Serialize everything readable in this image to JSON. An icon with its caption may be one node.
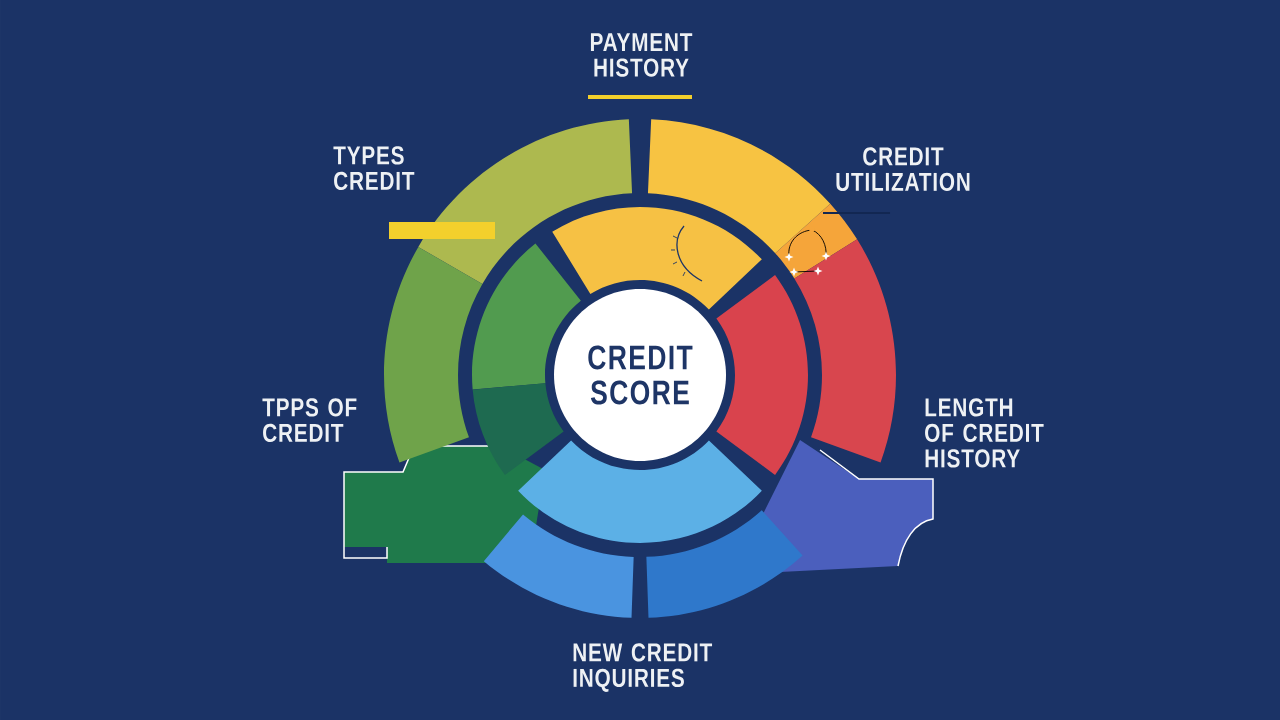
{
  "diagram": {
    "nodes": [
      {
        "text": [],
        "shape": "arc"
      },
      {
        "text": [],
        "shape": "arc"
      },
      {
        "text": [],
        "shape": "arc"
      },
      {
        "text": [],
        "shape": "arc"
      },
      {
        "text": [],
        "shape": "arc"
      },
      {
        "text": [],
        "shape": "arc"
      },
      {
        "text": [],
        "shape": "arc"
      },
      {
        "text": [],
        "shape": "arc"
      },
      {
        "text": [
          "CREDIT SCORE"
        ]
      },
      {
        "text": [],
        "shape": "arc"
      },
      {
        "text": [],
        "shape": "arc"
      },
      {
        "text": [],
        "shape": "arc"
      },
      {
        "text": [],
        "shape": "arc"
      }
    ],
    "labels": [
      "PAYMENT HISTORY",
      "TYPES CREDIT",
      "CREDIT UTILIZATION",
      "TPPS OF CREDIT",
      "LENGTH OF CREDIT HISTORY",
      "NEW CREDIT INQUIRIES"
    ]
  }
}
